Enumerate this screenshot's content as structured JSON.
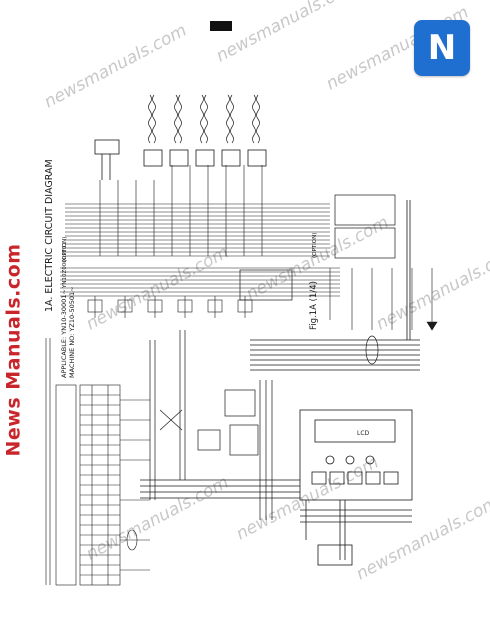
{
  "watermark": {
    "brand_vertical": "News Manuals.com",
    "logo_letter": "N",
    "site": "newsmanuals.com"
  },
  "colors": {
    "brand_red": "#c9262c",
    "brand_blue": "#1f6fd0",
    "line": "#1a1a1a",
    "watermark": "#c8c8c8"
  },
  "diagram": {
    "title": "1A. ELECTRIC CIRCUIT DIAGRAM",
    "applicable": "APPLICABLE: YN10-30001~",
    "machine_no": "MACHINE NO: YZ10-50501~",
    "doc_code": "YN10Z00009F01",
    "option_tag_top": "(OPTION)",
    "option_tag_bottom": "(OPTION)",
    "figure_label": "Fig.1A (1/4)",
    "display_label": "LCD"
  }
}
